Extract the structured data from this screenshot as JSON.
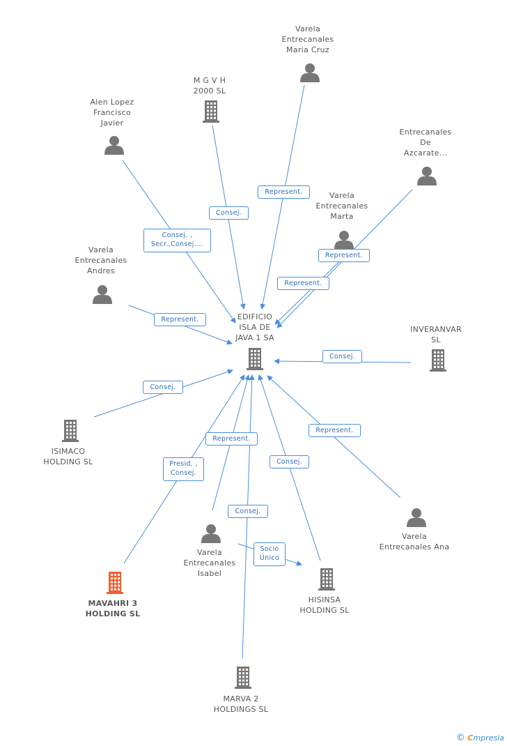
{
  "colors": {
    "edge": "#4a8fd9",
    "node": "#777777",
    "focus": "#f06030"
  },
  "nodes": [
    {
      "id": "center",
      "label": "EDIFICIO\nISLA DE\nJAVA 1 SA",
      "type": "company",
      "icon": "building-icon"
    },
    {
      "id": "mgvh",
      "label": "M G V H\n2000 SL",
      "type": "company",
      "icon": "building-icon"
    },
    {
      "id": "cruz",
      "label": "Varela\nEntrecanales\nMaria Cruz",
      "type": "person",
      "icon": "person-icon"
    },
    {
      "id": "alen",
      "label": "Alen Lopez\nFrancisco\nJavier",
      "type": "person",
      "icon": "person-icon"
    },
    {
      "id": "azcarate",
      "label": "Entrecanales\nDe\nAzcarate...",
      "type": "person",
      "icon": "person-icon"
    },
    {
      "id": "marta",
      "label": "Varela\nEntrecanales\nMarta",
      "type": "person",
      "icon": "person-icon"
    },
    {
      "id": "andres",
      "label": "Varela\nEntrecanales\nAndres",
      "type": "person",
      "icon": "person-icon"
    },
    {
      "id": "inveranvar",
      "label": "INVERANVAR\nSL",
      "type": "company",
      "icon": "building-icon"
    },
    {
      "id": "isimaco",
      "label": "ISIMACO\nHOLDING SL",
      "type": "company",
      "icon": "building-icon"
    },
    {
      "id": "ana",
      "label": "Varela\nEntrecanales Ana",
      "type": "person",
      "icon": "person-icon"
    },
    {
      "id": "isabel",
      "label": "Varela\nEntrecanales\nIsabel",
      "type": "person",
      "icon": "person-icon"
    },
    {
      "id": "mavahri",
      "label": "MAVAHRI 3\nHOLDING SL",
      "type": "company",
      "icon": "building-icon",
      "focus": true
    },
    {
      "id": "hisinsa",
      "label": "HISINSA\nHOLDING SL",
      "type": "company",
      "icon": "building-icon"
    },
    {
      "id": "marva",
      "label": "MARVA 2\nHOLDINGS SL",
      "type": "company",
      "icon": "building-icon"
    }
  ],
  "edges": [
    {
      "from": "mgvh",
      "to": "center",
      "label": "Consej."
    },
    {
      "from": "cruz",
      "to": "center",
      "label": "Represent."
    },
    {
      "from": "alen",
      "to": "center",
      "label": "Consej. ,\nSecr.,Consej...."
    },
    {
      "from": "marta",
      "to": "center",
      "label": "Represent."
    },
    {
      "from": "azcarate",
      "to": "center",
      "label": "Represent."
    },
    {
      "from": "andres",
      "to": "center",
      "label": "Represent."
    },
    {
      "from": "inveranvar",
      "to": "center",
      "label": "Consej."
    },
    {
      "from": "isimaco",
      "to": "center",
      "label": "Consej."
    },
    {
      "from": "ana",
      "to": "center",
      "label": "Represent."
    },
    {
      "from": "isabel",
      "to": "center",
      "label": "Represent."
    },
    {
      "from": "mavahri",
      "to": "center",
      "label": "Presid. ,\nConsej."
    },
    {
      "from": "hisinsa",
      "to": "center",
      "label": "Consej."
    },
    {
      "from": "marva",
      "to": "center",
      "label": "Consej."
    },
    {
      "from": "isabel",
      "to": "hisinsa",
      "label": "Socio\nÚnico"
    }
  ],
  "footer": {
    "copyright": "©",
    "brand_first": "C",
    "brand_rest": "mpresia"
  }
}
